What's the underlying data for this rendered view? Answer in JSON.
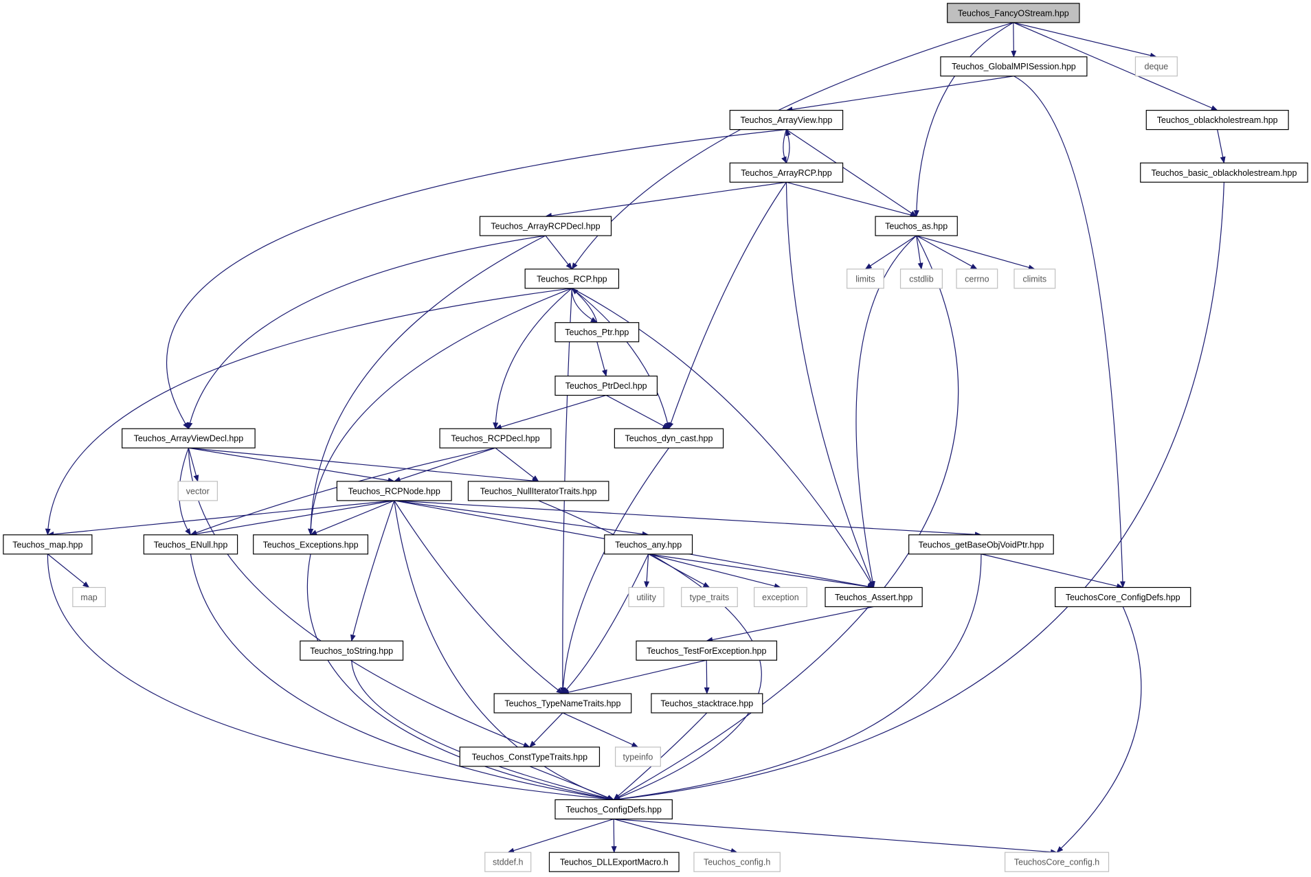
{
  "graph": {
    "root": "Teuchos_FancyOStream.hpp",
    "style": {
      "edge_color": "#191970",
      "root_fill": "#bfbfbf",
      "node_border": "#000000",
      "external_border": "#bfbfbf"
    },
    "nodes": [
      {
        "id": "fancy",
        "label": "Teuchos_FancyOStream.hpp",
        "kind": "root"
      },
      {
        "id": "globalmpi",
        "label": "Teuchos_GlobalMPISession.hpp",
        "kind": "header"
      },
      {
        "id": "deque",
        "label": "deque",
        "kind": "external"
      },
      {
        "id": "oblack",
        "label": "Teuchos_oblackholestream.hpp",
        "kind": "header"
      },
      {
        "id": "arrayview",
        "label": "Teuchos_ArrayView.hpp",
        "kind": "header"
      },
      {
        "id": "arrayrcp",
        "label": "Teuchos_ArrayRCP.hpp",
        "kind": "header"
      },
      {
        "id": "basicoblack",
        "label": "Teuchos_basic_oblackholestream.hpp",
        "kind": "header"
      },
      {
        "id": "arrayrcpdecl",
        "label": "Teuchos_ArrayRCPDecl.hpp",
        "kind": "header"
      },
      {
        "id": "as",
        "label": "Teuchos_as.hpp",
        "kind": "header"
      },
      {
        "id": "rcp",
        "label": "Teuchos_RCP.hpp",
        "kind": "header"
      },
      {
        "id": "limits",
        "label": "limits",
        "kind": "external"
      },
      {
        "id": "cstdlib",
        "label": "cstdlib",
        "kind": "external"
      },
      {
        "id": "cerrno",
        "label": "cerrno",
        "kind": "external"
      },
      {
        "id": "climits",
        "label": "climits",
        "kind": "external"
      },
      {
        "id": "ptr",
        "label": "Teuchos_Ptr.hpp",
        "kind": "header"
      },
      {
        "id": "ptrdecl",
        "label": "Teuchos_PtrDecl.hpp",
        "kind": "header"
      },
      {
        "id": "arrayviewdecl",
        "label": "Teuchos_ArrayViewDecl.hpp",
        "kind": "header"
      },
      {
        "id": "rcpdecl",
        "label": "Teuchos_RCPDecl.hpp",
        "kind": "header"
      },
      {
        "id": "dyncast",
        "label": "Teuchos_dyn_cast.hpp",
        "kind": "header"
      },
      {
        "id": "vector",
        "label": "vector",
        "kind": "external"
      },
      {
        "id": "rcpnode",
        "label": "Teuchos_RCPNode.hpp",
        "kind": "header"
      },
      {
        "id": "nulliter",
        "label": "Teuchos_NullIteratorTraits.hpp",
        "kind": "header"
      },
      {
        "id": "map_h",
        "label": "Teuchos_map.hpp",
        "kind": "header"
      },
      {
        "id": "enull",
        "label": "Teuchos_ENull.hpp",
        "kind": "header"
      },
      {
        "id": "exceptions",
        "label": "Teuchos_Exceptions.hpp",
        "kind": "header"
      },
      {
        "id": "any",
        "label": "Teuchos_any.hpp",
        "kind": "header"
      },
      {
        "id": "getbase",
        "label": "Teuchos_getBaseObjVoidPtr.hpp",
        "kind": "header"
      },
      {
        "id": "map",
        "label": "map",
        "kind": "external"
      },
      {
        "id": "utility",
        "label": "utility",
        "kind": "external"
      },
      {
        "id": "typetraits",
        "label": "type_traits",
        "kind": "external"
      },
      {
        "id": "exception",
        "label": "exception",
        "kind": "external"
      },
      {
        "id": "assert",
        "label": "Teuchos_Assert.hpp",
        "kind": "header"
      },
      {
        "id": "coreconfigdefs",
        "label": "TeuchosCore_ConfigDefs.hpp",
        "kind": "header"
      },
      {
        "id": "tostring",
        "label": "Teuchos_toString.hpp",
        "kind": "header"
      },
      {
        "id": "testforexc",
        "label": "Teuchos_TestForException.hpp",
        "kind": "header"
      },
      {
        "id": "typenametraits",
        "label": "Teuchos_TypeNameTraits.hpp",
        "kind": "header"
      },
      {
        "id": "stacktrace",
        "label": "Teuchos_stacktrace.hpp",
        "kind": "header"
      },
      {
        "id": "consttypetraits",
        "label": "Teuchos_ConstTypeTraits.hpp",
        "kind": "header"
      },
      {
        "id": "typeinfo",
        "label": "typeinfo",
        "kind": "external"
      },
      {
        "id": "configdefs",
        "label": "Teuchos_ConfigDefs.hpp",
        "kind": "header"
      },
      {
        "id": "stddef",
        "label": "stddef.h",
        "kind": "external"
      },
      {
        "id": "dllexport",
        "label": "Teuchos_DLLExportMacro.h",
        "kind": "header"
      },
      {
        "id": "config",
        "label": "Teuchos_config.h",
        "kind": "external"
      },
      {
        "id": "coreconfig",
        "label": "TeuchosCore_config.h",
        "kind": "external"
      }
    ],
    "edges": [
      [
        "fancy",
        "globalmpi"
      ],
      [
        "fancy",
        "deque"
      ],
      [
        "fancy",
        "oblack"
      ],
      [
        "fancy",
        "as"
      ],
      [
        "fancy",
        "rcp"
      ],
      [
        "globalmpi",
        "arrayview"
      ],
      [
        "globalmpi",
        "coreconfigdefs"
      ],
      [
        "oblack",
        "basicoblack"
      ],
      [
        "basicoblack",
        "configdefs"
      ],
      [
        "arrayview",
        "arrayrcp"
      ],
      [
        "arrayrcp",
        "arrayview"
      ],
      [
        "arrayview",
        "as"
      ],
      [
        "arrayview",
        "arrayviewdecl"
      ],
      [
        "arrayrcp",
        "arrayrcpdecl"
      ],
      [
        "arrayrcp",
        "as"
      ],
      [
        "arrayrcp",
        "dyncast"
      ],
      [
        "arrayrcp",
        "assert"
      ],
      [
        "arrayrcpdecl",
        "rcp"
      ],
      [
        "arrayrcpdecl",
        "arrayviewdecl"
      ],
      [
        "arrayrcpdecl",
        "exceptions"
      ],
      [
        "as",
        "limits"
      ],
      [
        "as",
        "cstdlib"
      ],
      [
        "as",
        "cerrno"
      ],
      [
        "as",
        "climits"
      ],
      [
        "as",
        "assert"
      ],
      [
        "as",
        "configdefs"
      ],
      [
        "rcp",
        "ptr"
      ],
      [
        "ptr",
        "rcp"
      ],
      [
        "rcp",
        "rcpdecl"
      ],
      [
        "rcp",
        "dyncast"
      ],
      [
        "rcp",
        "map_h"
      ],
      [
        "rcp",
        "exceptions"
      ],
      [
        "rcp",
        "assert"
      ],
      [
        "rcp",
        "typenametraits"
      ],
      [
        "ptr",
        "ptrdecl"
      ],
      [
        "ptrdecl",
        "rcpdecl"
      ],
      [
        "ptrdecl",
        "dyncast"
      ],
      [
        "rcpdecl",
        "rcpnode"
      ],
      [
        "rcpdecl",
        "nulliter"
      ],
      [
        "rcpdecl",
        "enull"
      ],
      [
        "dyncast",
        "typenametraits"
      ],
      [
        "arrayviewdecl",
        "vector"
      ],
      [
        "arrayviewdecl",
        "rcpnode"
      ],
      [
        "arrayviewdecl",
        "enull"
      ],
      [
        "arrayviewdecl",
        "nulliter"
      ],
      [
        "arrayviewdecl",
        "consttypetraits"
      ],
      [
        "rcpnode",
        "map_h"
      ],
      [
        "rcpnode",
        "enull"
      ],
      [
        "rcpnode",
        "exceptions"
      ],
      [
        "rcpnode",
        "any"
      ],
      [
        "rcpnode",
        "getbase"
      ],
      [
        "rcpnode",
        "assert"
      ],
      [
        "rcpnode",
        "tostring"
      ],
      [
        "rcpnode",
        "typenametraits"
      ],
      [
        "rcpnode",
        "configdefs"
      ],
      [
        "nulliter",
        "configdefs"
      ],
      [
        "map_h",
        "map"
      ],
      [
        "map_h",
        "configdefs"
      ],
      [
        "enull",
        "configdefs"
      ],
      [
        "exceptions",
        "configdefs"
      ],
      [
        "any",
        "utility"
      ],
      [
        "any",
        "typetraits"
      ],
      [
        "any",
        "exception"
      ],
      [
        "any",
        "assert"
      ],
      [
        "any",
        "typenametraits"
      ],
      [
        "getbase",
        "coreconfigdefs"
      ],
      [
        "getbase",
        "configdefs"
      ],
      [
        "assert",
        "testforexc"
      ],
      [
        "coreconfigdefs",
        "coreconfig"
      ],
      [
        "tostring",
        "configdefs"
      ],
      [
        "testforexc",
        "typenametraits"
      ],
      [
        "testforexc",
        "stacktrace"
      ],
      [
        "typenametraits",
        "consttypetraits"
      ],
      [
        "typenametraits",
        "typeinfo"
      ],
      [
        "stacktrace",
        "configdefs"
      ],
      [
        "consttypetraits",
        "configdefs"
      ],
      [
        "configdefs",
        "stddef"
      ],
      [
        "configdefs",
        "dllexport"
      ],
      [
        "configdefs",
        "config"
      ],
      [
        "configdefs",
        "coreconfig"
      ]
    ]
  }
}
